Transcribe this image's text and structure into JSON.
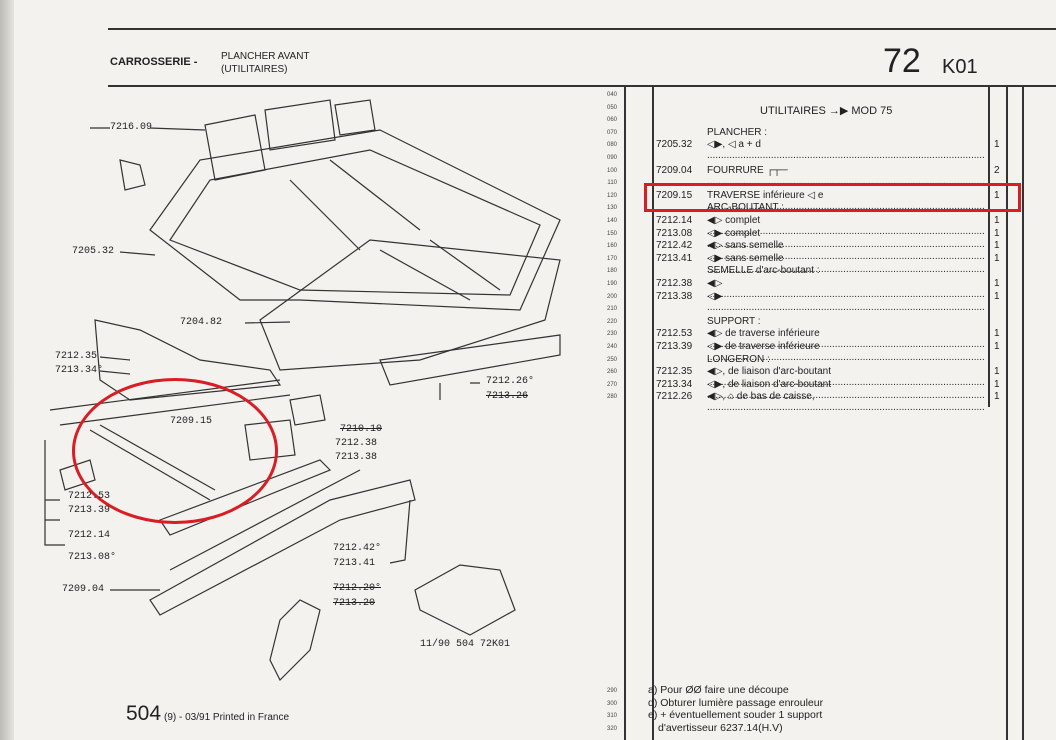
{
  "header": {
    "section": "CARROSSERIE -",
    "subtitle_1": "PLANCHER AVANT",
    "subtitle_2": "(UTILITAIRES)",
    "page_number": "72",
    "page_code": "K01"
  },
  "table": {
    "title": "UTILITAIRES →▶ MOD 75",
    "line_numbers": [
      "040",
      "050",
      "060",
      "070",
      "080",
      "090",
      "100",
      "110",
      "120",
      "130",
      "140",
      "150",
      "160",
      "170",
      "180",
      "190",
      "200",
      "210",
      "220",
      "230",
      "240",
      "250",
      "260",
      "270",
      "280"
    ],
    "rows": [
      {
        "line": 3,
        "ref": "",
        "desc": "PLANCHER :",
        "qty": "",
        "heading": true
      },
      {
        "line": 4,
        "ref": "7205.32",
        "desc": "◁▶, ◁ a + d",
        "qty": "1"
      },
      {
        "line": 6,
        "ref": "7209.04",
        "desc": "FOURRURE ┌┬─",
        "qty": "2"
      },
      {
        "line": 8,
        "ref": "7209.15",
        "desc": "TRAVERSE inférieure ◁ e",
        "qty": "1"
      },
      {
        "line": 9,
        "ref": "",
        "desc": "ARC-BOUTANT :",
        "qty": "",
        "heading": true
      },
      {
        "line": 10,
        "ref": "7212.14",
        "desc": "◀▷ complet",
        "qty": "1"
      },
      {
        "line": 11,
        "ref": "7213.08",
        "desc": "◁▶ complet",
        "qty": "1"
      },
      {
        "line": 12,
        "ref": "7212.42",
        "desc": "◀▷ sans semelle",
        "qty": "1"
      },
      {
        "line": 13,
        "ref": "7213.41",
        "desc": "◁▶ sans semelle",
        "qty": "1"
      },
      {
        "line": 14,
        "ref": "",
        "desc": "SEMELLE d'arc-boutant :",
        "qty": "",
        "heading": true
      },
      {
        "line": 15,
        "ref": "7212.38",
        "desc": "◀▷",
        "qty": "1"
      },
      {
        "line": 16,
        "ref": "7213.38",
        "desc": "◁▶",
        "qty": "1"
      },
      {
        "line": 18,
        "ref": "",
        "desc": "SUPPORT :",
        "qty": "",
        "heading": true
      },
      {
        "line": 19,
        "ref": "7212.53",
        "desc": "◀▷ de traverse inférieure",
        "qty": "1"
      },
      {
        "line": 20,
        "ref": "7213.39",
        "desc": "◁▶ de traverse inférieure",
        "qty": "1"
      },
      {
        "line": 21,
        "ref": "",
        "desc": "LONGERON :",
        "qty": "",
        "heading": true
      },
      {
        "line": 22,
        "ref": "7212.35",
        "desc": "◀▷, de liaison d'arc-boutant",
        "qty": "1"
      },
      {
        "line": 23,
        "ref": "7213.34",
        "desc": "◁▶, de liaison d'arc-boutant",
        "qty": "1"
      },
      {
        "line": 24,
        "ref": "7212.26",
        "desc": "◀▷, ⌂ de bas de caisse,",
        "qty": "1"
      }
    ]
  },
  "footnotes": {
    "line_numbers": [
      "290",
      "300",
      "310",
      "320"
    ],
    "notes": [
      "a) Pour ØØ faire une découpe",
      "d) Obturer lumière passage enrouleur",
      "e) + éventuellement souder 1 support",
      "d'avertisseur 6237.14(H.V)"
    ]
  },
  "diagram": {
    "labels": [
      "7216.09",
      "7205.32",
      "7204.82",
      "7212.35",
      "7213.34°",
      "7212.26°",
      "7213.26",
      "7209.15",
      "7210.10",
      "7212.38",
      "7213.38",
      "7212.53",
      "7213.39",
      "7212.14",
      "7213.08°",
      "7212.42°",
      "7213.41",
      "7209.04",
      "7212.20°",
      "7213.20"
    ],
    "plate_ref": "11/90 504 72K01"
  },
  "footer": {
    "page": "504",
    "edition": "(9) - 03/91 Printed in France"
  },
  "colors": {
    "highlight": "#d81d25"
  }
}
